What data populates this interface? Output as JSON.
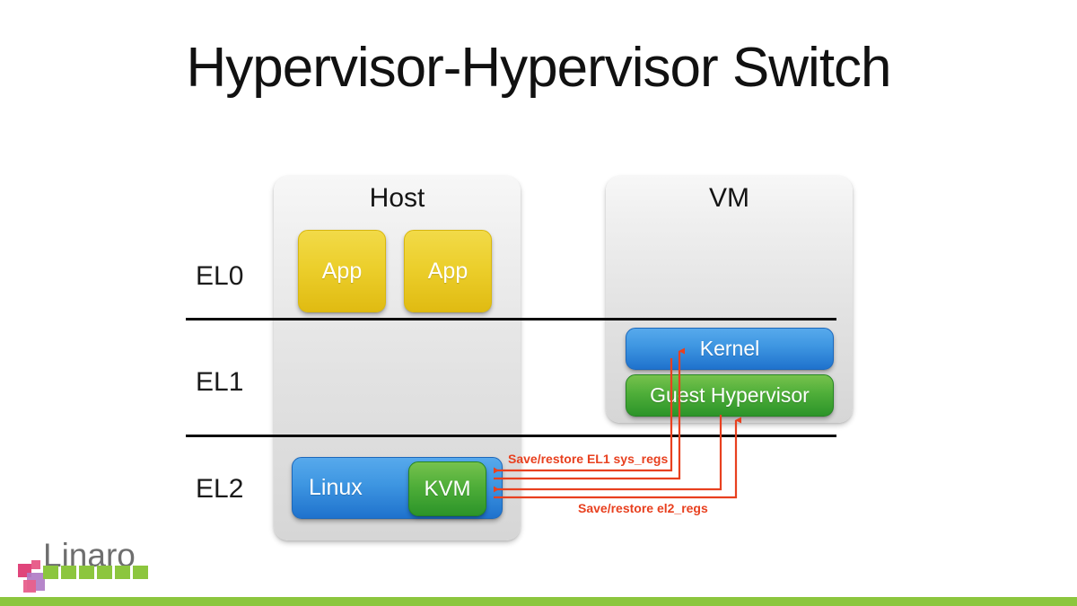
{
  "slide": {
    "title": "Hypervisor-Hypervisor Switch",
    "background": "#ffffff",
    "accent_bar_color": "#8CC63E"
  },
  "exception_levels": [
    {
      "id": "el0",
      "label": "EL0"
    },
    {
      "id": "el1",
      "label": "EL1"
    },
    {
      "id": "el2",
      "label": "EL2"
    }
  ],
  "containers": [
    {
      "id": "host",
      "title": "Host"
    },
    {
      "id": "vm",
      "title": "VM"
    }
  ],
  "blocks": {
    "app1": {
      "label": "App",
      "color": "#E5C51E"
    },
    "app2": {
      "label": "App",
      "color": "#E5C51E"
    },
    "kernel": {
      "label": "Kernel",
      "color": "#3F97E2"
    },
    "guest_hypervisor": {
      "label": "Guest Hypervisor",
      "color": "#4FAE39"
    },
    "linux": {
      "label": "Linux",
      "color": "#3F97E2"
    },
    "kvm": {
      "label": "KVM",
      "color": "#4FAE39"
    }
  },
  "annotations": {
    "color": "#E8401F",
    "el1_label": "Save/restore EL1 sys_regs",
    "el2_label": "Save/restore el2_regs"
  },
  "logo": {
    "wordmark": "Linaro",
    "wordmark_color": "#6E6E6E",
    "tile_green": "#8CC63E",
    "tile_pink": "#E0457B",
    "tile_purple": "#B07CC6",
    "tile_rose": "#E8608C"
  }
}
